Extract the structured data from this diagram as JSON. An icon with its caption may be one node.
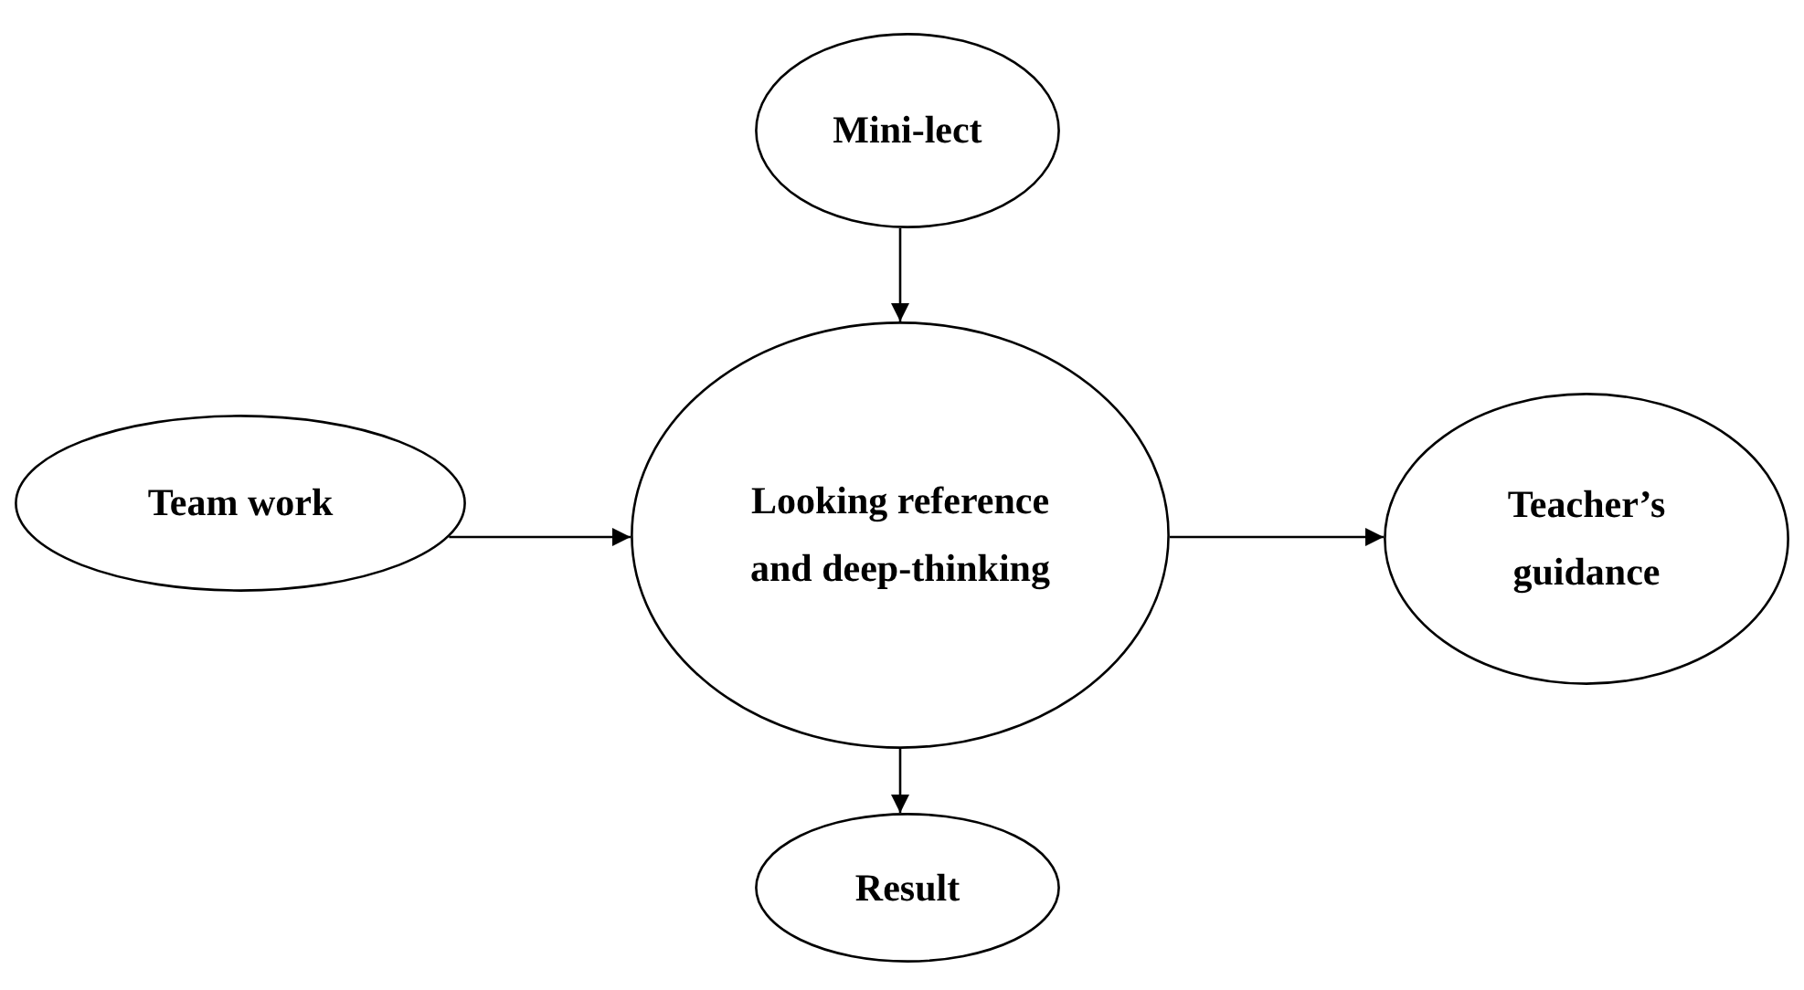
{
  "diagram": {
    "nodes": [
      {
        "text": [
          "Mini-lect"
        ]
      },
      {
        "text": [
          "Team work"
        ]
      },
      {
        "text": [
          "Looking reference and deep-thinking"
        ]
      },
      {
        "text": [
          "Teacher’s guidance"
        ]
      },
      {
        "text": [
          "Result"
        ]
      }
    ],
    "edges": [
      {
        "from": 0,
        "to": 2,
        "arrow": "to"
      },
      {
        "from": 1,
        "to": 2,
        "arrow": "to"
      },
      {
        "from": 2,
        "to": 3,
        "arrow": "to"
      },
      {
        "from": 2,
        "to": 4,
        "arrow": "to"
      }
    ]
  }
}
